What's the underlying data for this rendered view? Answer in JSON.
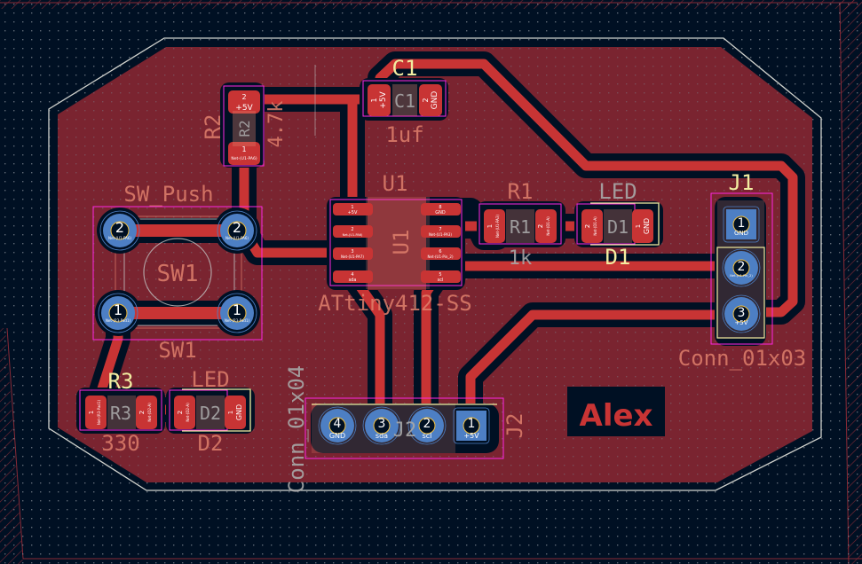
{
  "app": {
    "view": "PCB Editor - F.Cu layer"
  },
  "colors": {
    "background": "#001023",
    "copper_fill": "#7a2430",
    "track": "#c83434",
    "pad_smd": "#c83434",
    "pad_tht": "#4d7fc4",
    "silkscreen": "#f2eda1",
    "fab": "#e0806c",
    "courtyard": "#ff26e2",
    "edge_cuts": "#d0d2cd",
    "grid": "#848484"
  },
  "board": {
    "label": "Alex"
  },
  "components": {
    "R2": {
      "ref": "R2",
      "value": "4.7k",
      "fab_ref": "R2",
      "pads": [
        {
          "num": "2",
          "net": "+5V"
        },
        {
          "num": "1",
          "net": "Net-(U1-PA6)"
        }
      ]
    },
    "C1": {
      "ref": "C1",
      "value": "1uf",
      "fab_ref": "C1",
      "pads": [
        {
          "num": "1",
          "net": "+5V"
        },
        {
          "num": "2",
          "net": "GND"
        }
      ]
    },
    "U1": {
      "ref": "U1",
      "value": "ATtiny412-SS",
      "fab_ref": "U1",
      "pads": [
        {
          "num": "1",
          "net": "+5V"
        },
        {
          "num": "2",
          "net": "Net-(U1-PA6)"
        },
        {
          "num": "3",
          "net": "Net-(U1-PA7)"
        },
        {
          "num": "4",
          "net": "sda"
        },
        {
          "num": "5",
          "net": "scl"
        },
        {
          "num": "6",
          "net": "Net-(U1-Pin_2)"
        },
        {
          "num": "7",
          "net": "Net-(U1-PA3)"
        },
        {
          "num": "8",
          "net": "GND"
        }
      ]
    },
    "R1": {
      "ref": "R1",
      "value": "1k",
      "fab_ref": "R1",
      "pads": [
        {
          "num": "1",
          "net": "Net-(U1-PA3)"
        },
        {
          "num": "2",
          "net": "Net-(D1-A)"
        }
      ]
    },
    "D1": {
      "ref": "D1",
      "value": "LED",
      "fab_ref": "D1",
      "pads": [
        {
          "num": "2",
          "net": "Net-(D1-A)"
        },
        {
          "num": "1",
          "net": "GND"
        }
      ]
    },
    "SW1": {
      "ref": "SW1",
      "value": "SW_Push",
      "fab_ref": "SW1",
      "pads": [
        {
          "num": "2",
          "net": "Net-(U1-PA6)"
        },
        {
          "num": "2",
          "net": "Net-(U1-PA6)"
        },
        {
          "num": "1",
          "net": "Net-(R3-Pad1)"
        },
        {
          "num": "1",
          "net": "Net-(R3-Pad1)"
        }
      ]
    },
    "R3": {
      "ref": "R3",
      "value": "330",
      "fab_ref": "R3",
      "pads": [
        {
          "num": "1",
          "net": "Net-(R3-Pad1)"
        },
        {
          "num": "2",
          "net": "Net-(D2-A)"
        }
      ]
    },
    "D2": {
      "ref": "D2",
      "value": "LED",
      "fab_ref": "D2",
      "pads": [
        {
          "num": "2",
          "net": "Net-(D2-A)"
        },
        {
          "num": "1",
          "net": "GND"
        }
      ]
    },
    "J1": {
      "ref": "J1",
      "value": "Conn_01x03",
      "pads": [
        {
          "num": "1",
          "net": "GND"
        },
        {
          "num": "2",
          "net": "Net-(U1-Pin_2)"
        },
        {
          "num": "3",
          "net": "+5V"
        }
      ]
    },
    "J2": {
      "ref": "J2",
      "value": "Conn_01x04",
      "pads": [
        {
          "num": "4",
          "net": "GND"
        },
        {
          "num": "3",
          "net": "sda"
        },
        {
          "num": "2",
          "net": "scl"
        },
        {
          "num": "1",
          "net": "+5V"
        }
      ]
    }
  }
}
